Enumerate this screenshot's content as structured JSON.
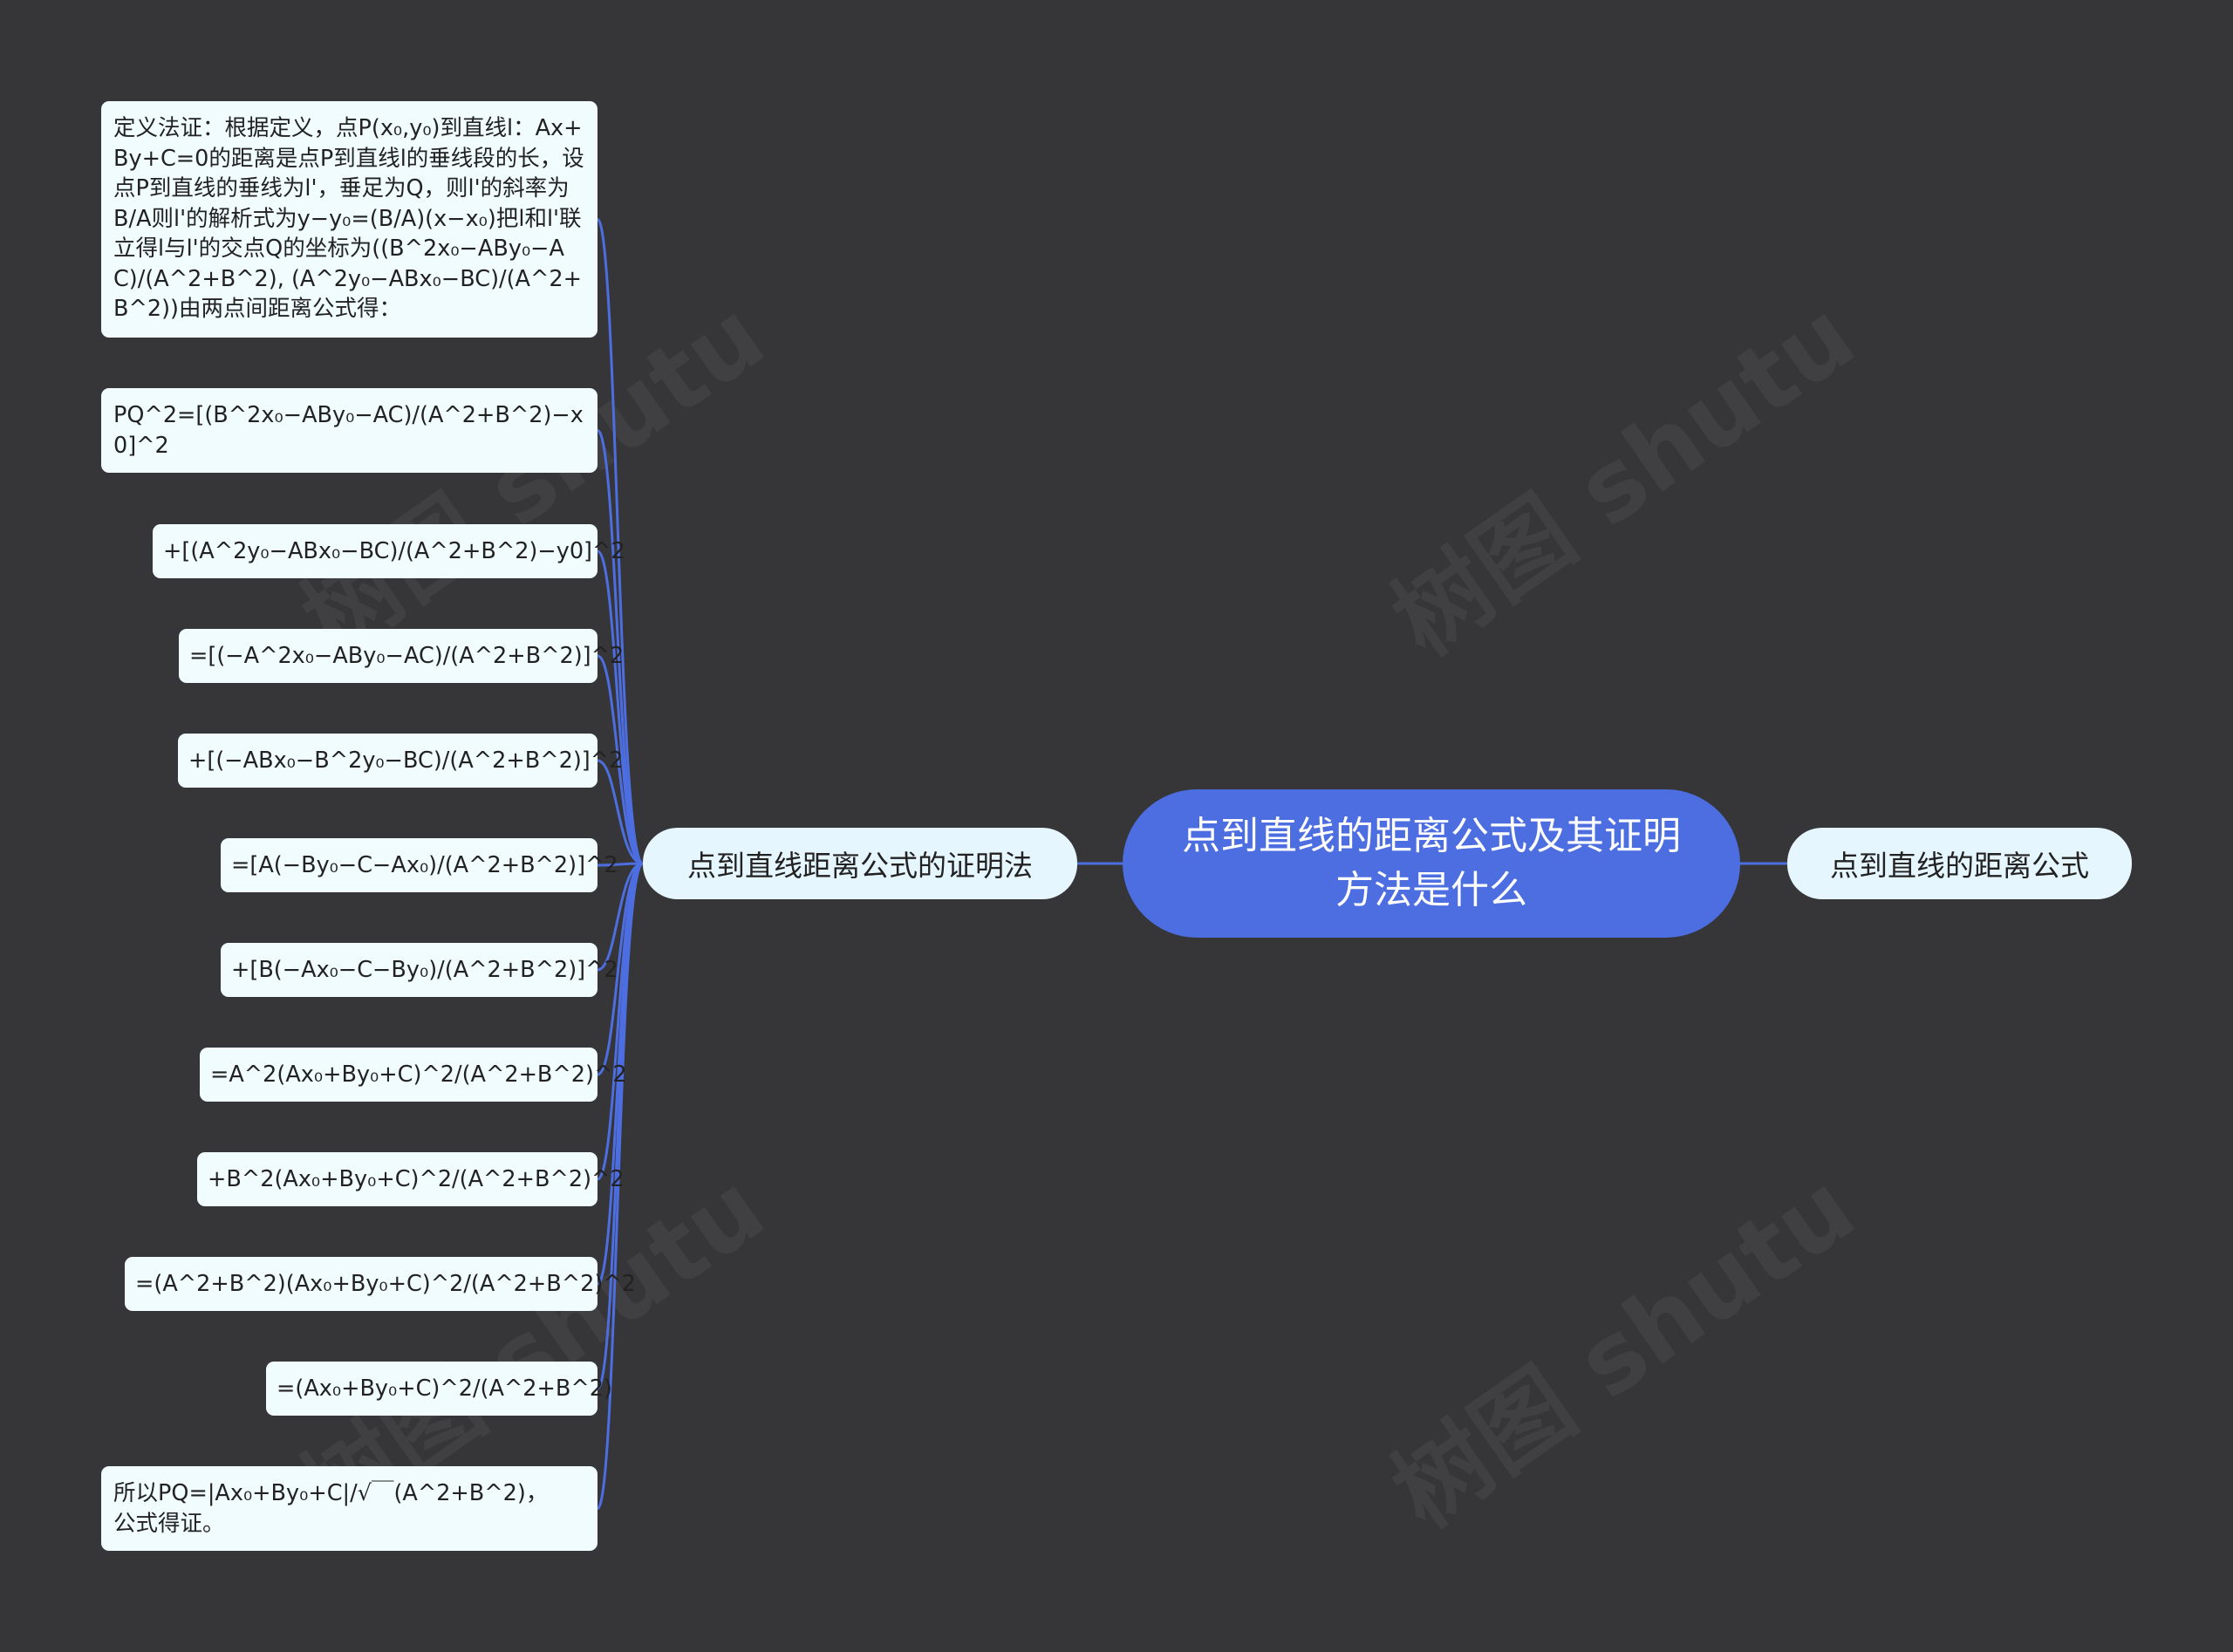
{
  "central": {
    "title": "点到直线的距离公式及其证明方法是什么"
  },
  "branches": {
    "left": {
      "label": "点到直线距离公式的证明法"
    },
    "right": {
      "label": "点到直线的距离公式"
    }
  },
  "leaves": [
    {
      "text": "定义法证：根据定义，点P(x₀,y₀)到直线l：Ax+By+C=0的距离是点P到直线l的垂线段的长，设点P到直线的垂线为l'，垂足为Q，则l'的斜率为B/A则l'的解析式为y−y₀=(B/A)(x−x₀)把l和l'联立得l与l'的交点Q的坐标为((B^2x₀−ABy₀−AC)/(A^2+B^2), (A^2y₀−ABx₀−BC)/(A^2+B^2))由两点间距离公式得："
    },
    {
      "text": "PQ^2=[(B^2x₀−ABy₀−AC)/(A^2+B^2)−x0]^2"
    },
    {
      "text": "+[(A^2y₀−ABx₀−BC)/(A^2+B^2)−y0]^2"
    },
    {
      "text": "=[(−A^2x₀−ABy₀−AC)/(A^2+B^2)]^2"
    },
    {
      "text": "+[(−ABx₀−B^2y₀−BC)/(A^2+B^2)]^2"
    },
    {
      "text": "=[A(−By₀−C−Ax₀)/(A^2+B^2)]^2"
    },
    {
      "text": "+[B(−Ax₀−C−By₀)/(A^2+B^2)]^2"
    },
    {
      "text": "=A^2(Ax₀+By₀+C)^2/(A^2+B^2)^2"
    },
    {
      "text": "+B^2(Ax₀+By₀+C)^2/(A^2+B^2)^2"
    },
    {
      "text": "=(A^2+B^2)(Ax₀+By₀+C)^2/(A^2+B^2)^2"
    },
    {
      "text": "=(Ax₀+By₀+C)^2/(A^2+B^2)"
    },
    {
      "text": "所以PQ=|Ax₀+By₀+C|/√￣(A^2+B^2)，公式得证。"
    }
  ],
  "colors": {
    "background": "#363538",
    "central": "#4d6ee0",
    "branch": "#e6f6ff",
    "leaf": "#f1fcff",
    "link": "#4d6ee0"
  }
}
